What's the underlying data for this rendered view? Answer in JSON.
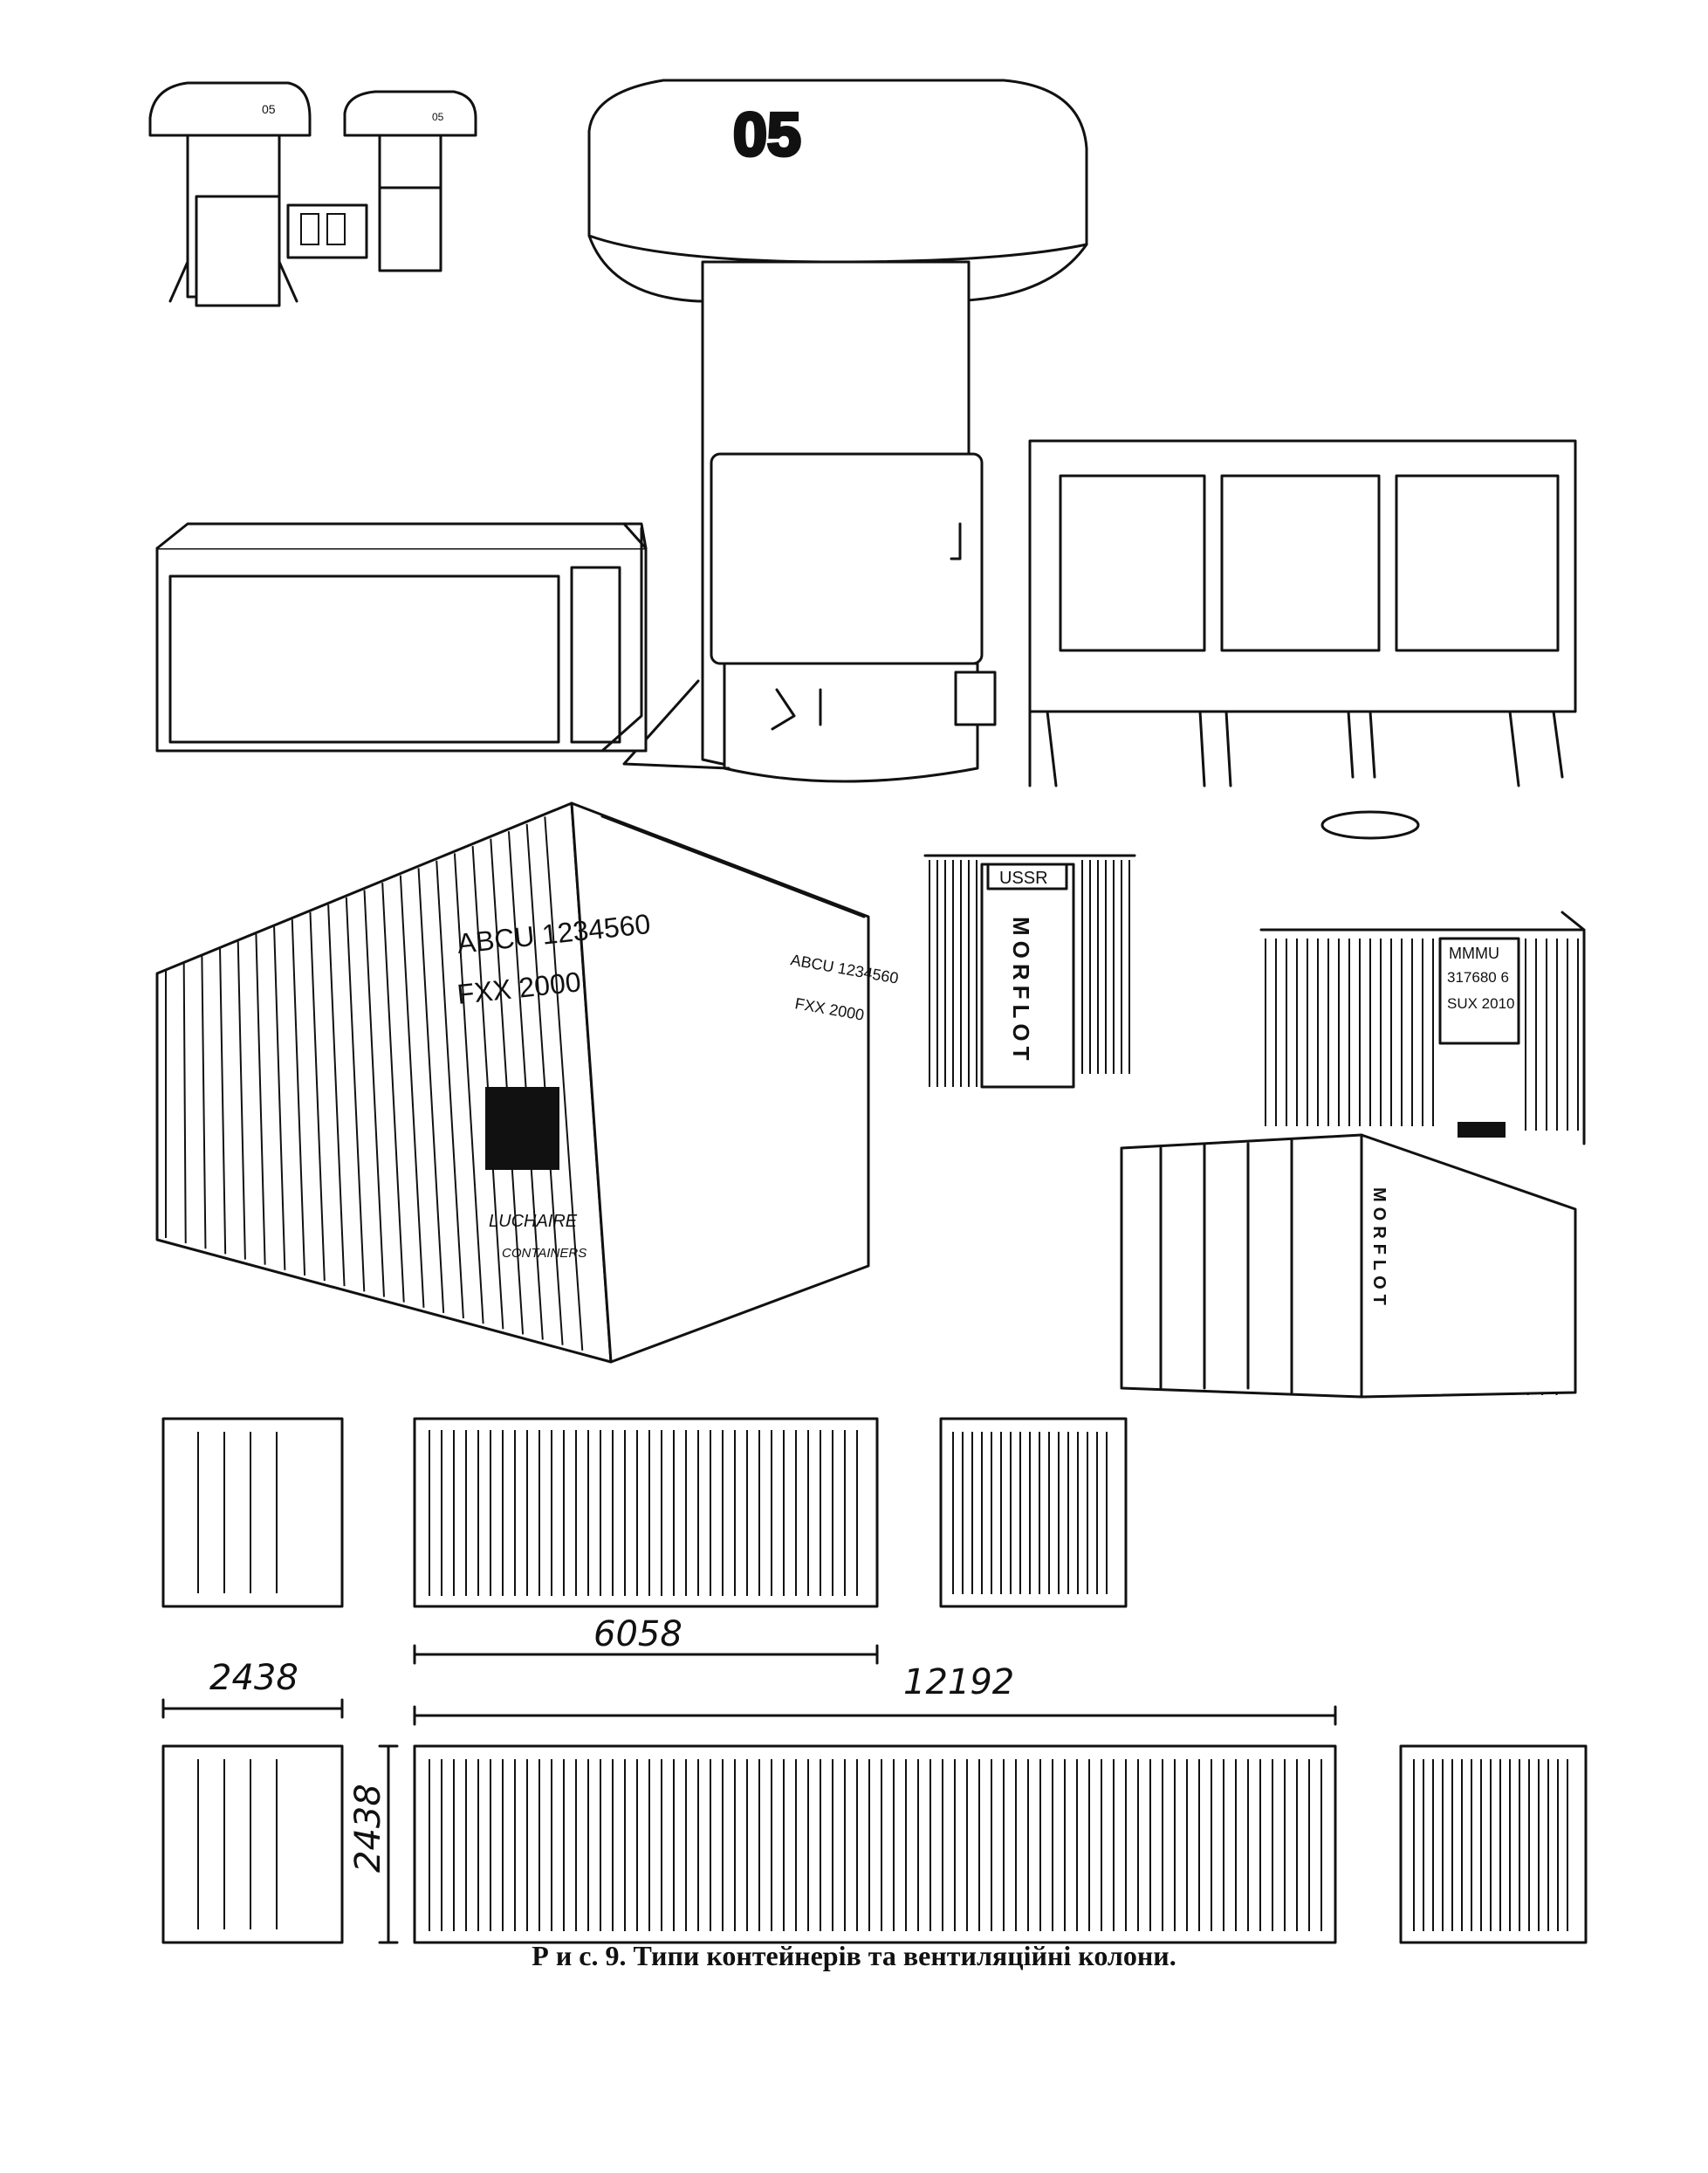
{
  "figure": {
    "caption": "Р и с. 9. Типи контейнерів та вентиляційні колони."
  },
  "labels": {
    "vent_small_1": "05",
    "vent_small_2": "05",
    "vent_large": "05",
    "luchaire_code": "ABCU 1234560",
    "luchaire_type": "FXX 2000",
    "luchaire_door_code": "ABCU 1234560",
    "luchaire_door_type": "FXX 2000",
    "luchaire_brand_1": "LUCHAIRE",
    "luchaire_brand_2": "CONTAINERS",
    "ussr": "USSR",
    "morflot_vertical": "MORFLOT",
    "mmmu_1": "MMMU",
    "mmmu_2": "317680 6",
    "mmmu_3": "SUX 2010",
    "morflot_side": "MORFLOT"
  },
  "dimensions": {
    "length_20ft": "6058",
    "length_40ft": "12192",
    "width": "2438",
    "height": "2438"
  }
}
